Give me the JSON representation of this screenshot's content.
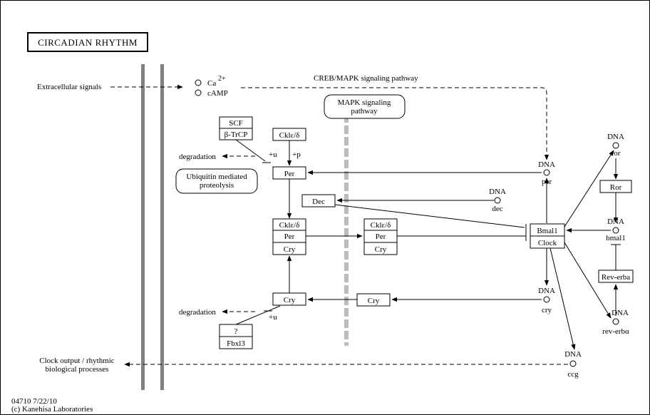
{
  "title": "CIRCADIAN RHYTHM",
  "footer": {
    "map_id": "04710 7/22/10",
    "copyright": "(c) Kanehisa Laboratories"
  },
  "signals": {
    "extracellular": "Extracellular signals",
    "ca": "Ca",
    "ca_sup": "2+",
    "camp": "cAMP"
  },
  "pathways": {
    "creb_mapk": "CREB/MAPK signaling pathway",
    "mapk_1": "MAPK signaling",
    "mapk_2": "pathway"
  },
  "proteins": {
    "scf": "SCF",
    "btrcp": "β-TrCP",
    "ckle_top": "Cklε/δ",
    "per_top": "Per",
    "ubiq_1": "Ubiquitin mediated",
    "ubiq_2": "proteolysis",
    "dec": "Dec",
    "cpx1_ckle": "Cklε/δ",
    "cpx1_per": "Per",
    "cpx1_cry": "Cry",
    "cpx2_ckle": "Cklε/δ",
    "cpx2_per": "Per",
    "cpx2_cry": "Cry",
    "cry_left": "Cry",
    "cry_mid": "Cry",
    "unknown": "?",
    "fbxl3": "Fbxl3",
    "bmal1": "Bmal1",
    "clock": "Clock",
    "ror": "Ror",
    "rev_erba": "Rev-erba"
  },
  "genes": {
    "dna": "DNA",
    "per": "per",
    "dec": "dec",
    "cry": "cry",
    "ccg": "ccg",
    "ror": "ror",
    "bmal1": "bmal1",
    "rev_erba": "rev-erbα"
  },
  "edges": {
    "plus_u": "+u",
    "plus_p": "+p",
    "degradation": "degradation"
  },
  "outputs": {
    "clock_1": "Clock output / rhythmic",
    "clock_2": "biological processes"
  }
}
